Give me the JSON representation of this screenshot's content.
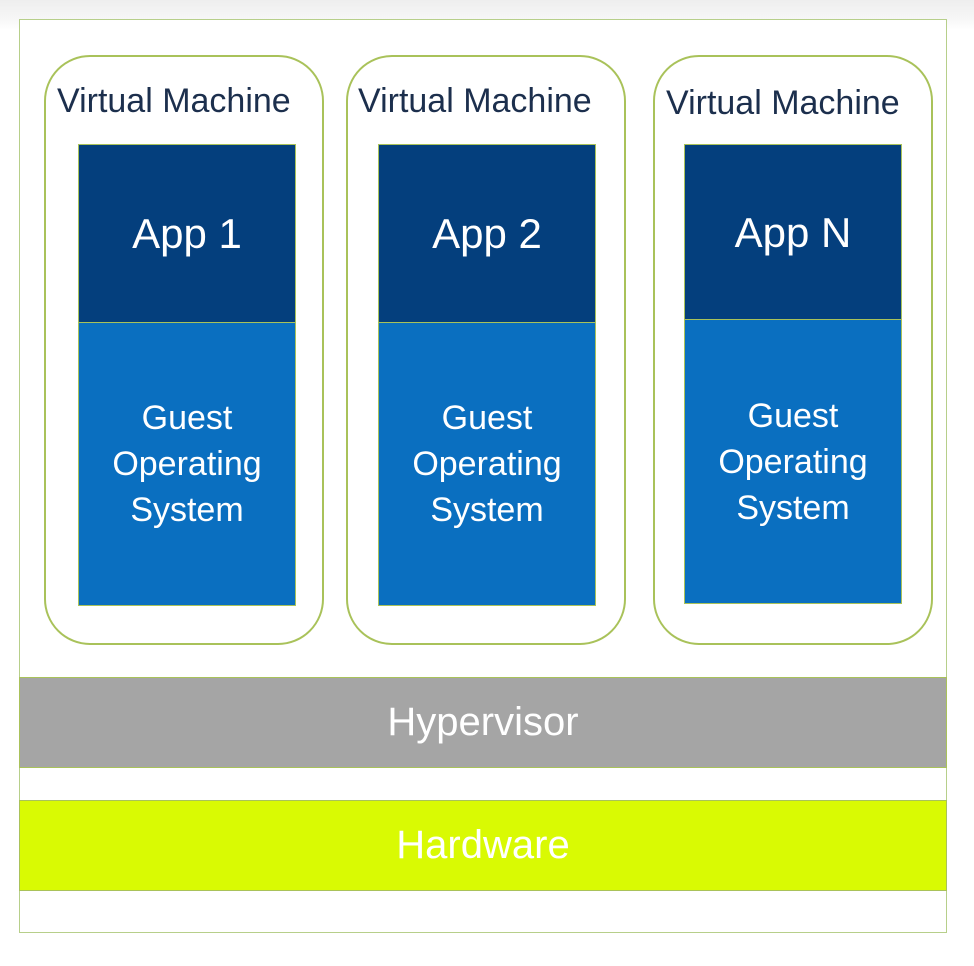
{
  "virtual_machines": [
    {
      "title": "Virtual Machine",
      "app": "App 1",
      "guest_os": [
        "Guest",
        "Operating",
        "System"
      ]
    },
    {
      "title": "Virtual Machine",
      "app": "App 2",
      "guest_os": [
        "Guest",
        "Operating",
        "System"
      ]
    },
    {
      "title": "Virtual Machine",
      "app": "App N",
      "guest_os": [
        "Guest",
        "Operating",
        "System"
      ]
    }
  ],
  "layers": {
    "hypervisor": "Hypervisor",
    "hardware": "Hardware"
  },
  "colors": {
    "app_box": "#043f7d",
    "guest_os_box": "#0a6fc0",
    "hypervisor": "#a5a5a5",
    "hardware": "#d9fa03",
    "outline": "#a9c25a"
  }
}
